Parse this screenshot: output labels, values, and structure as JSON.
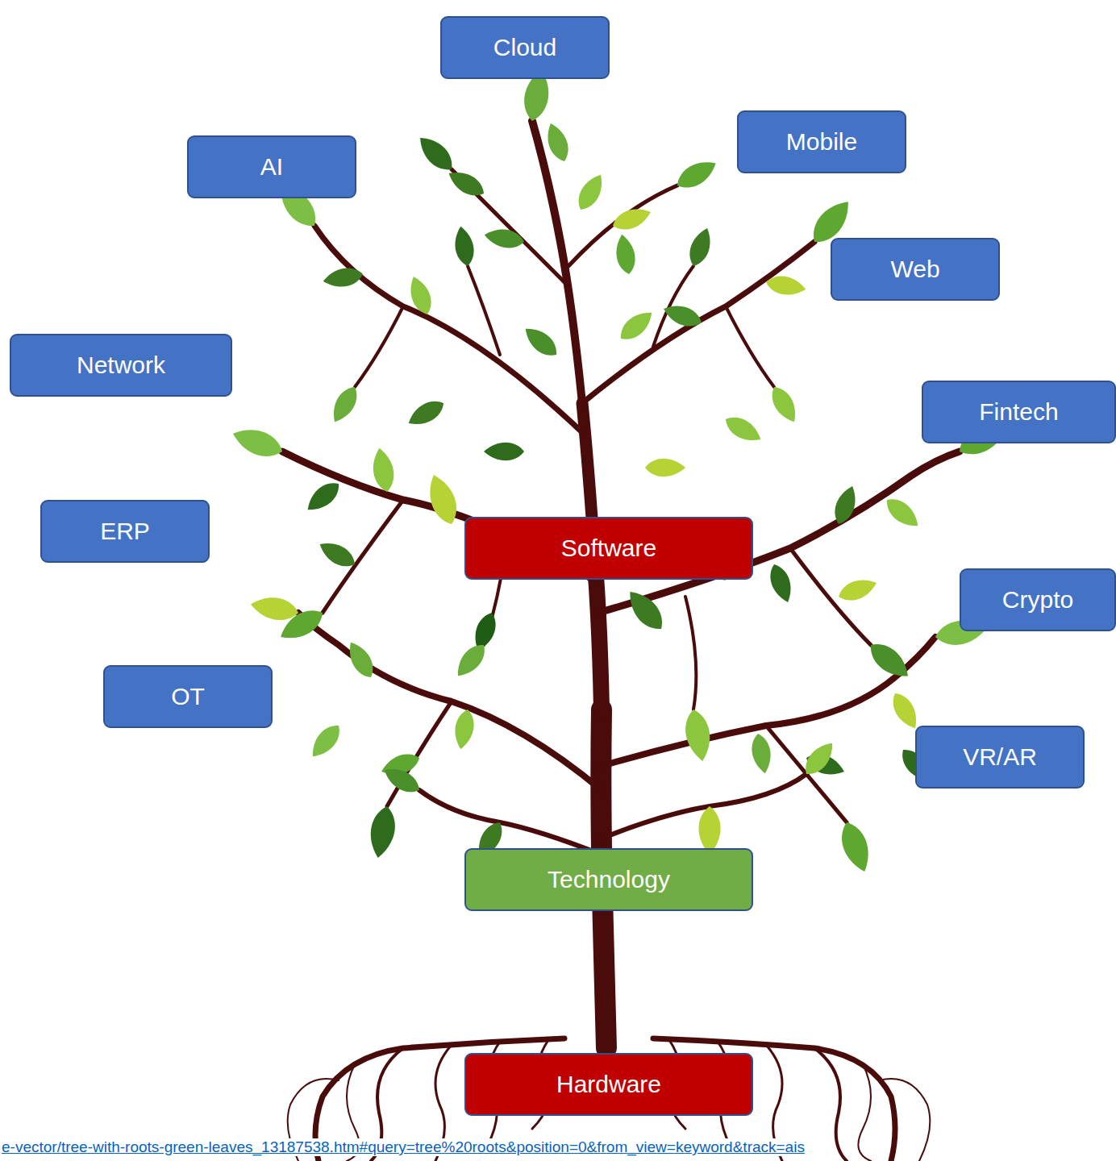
{
  "diagram": {
    "nodes": [
      {
        "text": [
          "Cloud"
        ]
      },
      {
        "text": [
          "Mobile"
        ]
      },
      {
        "text": [
          "AI"
        ]
      },
      {
        "text": [
          "Web"
        ]
      },
      {
        "text": [
          "Network"
        ]
      },
      {
        "text": [
          "Fintech"
        ]
      },
      {
        "text": [
          "ERP"
        ]
      },
      {
        "text": [
          "Software"
        ]
      },
      {
        "text": [
          "Crypto"
        ]
      },
      {
        "text": [
          "OT"
        ]
      },
      {
        "text": [
          "VR/AR"
        ]
      },
      {
        "text": [
          "Technology"
        ]
      },
      {
        "text": [
          "Hardware"
        ]
      }
    ],
    "labels": [
      "e-vector/tree-with-roots-green-leaves_13187538.htm#query=tree%20roots&position=0&from_view=keyword&track=ais"
    ]
  }
}
